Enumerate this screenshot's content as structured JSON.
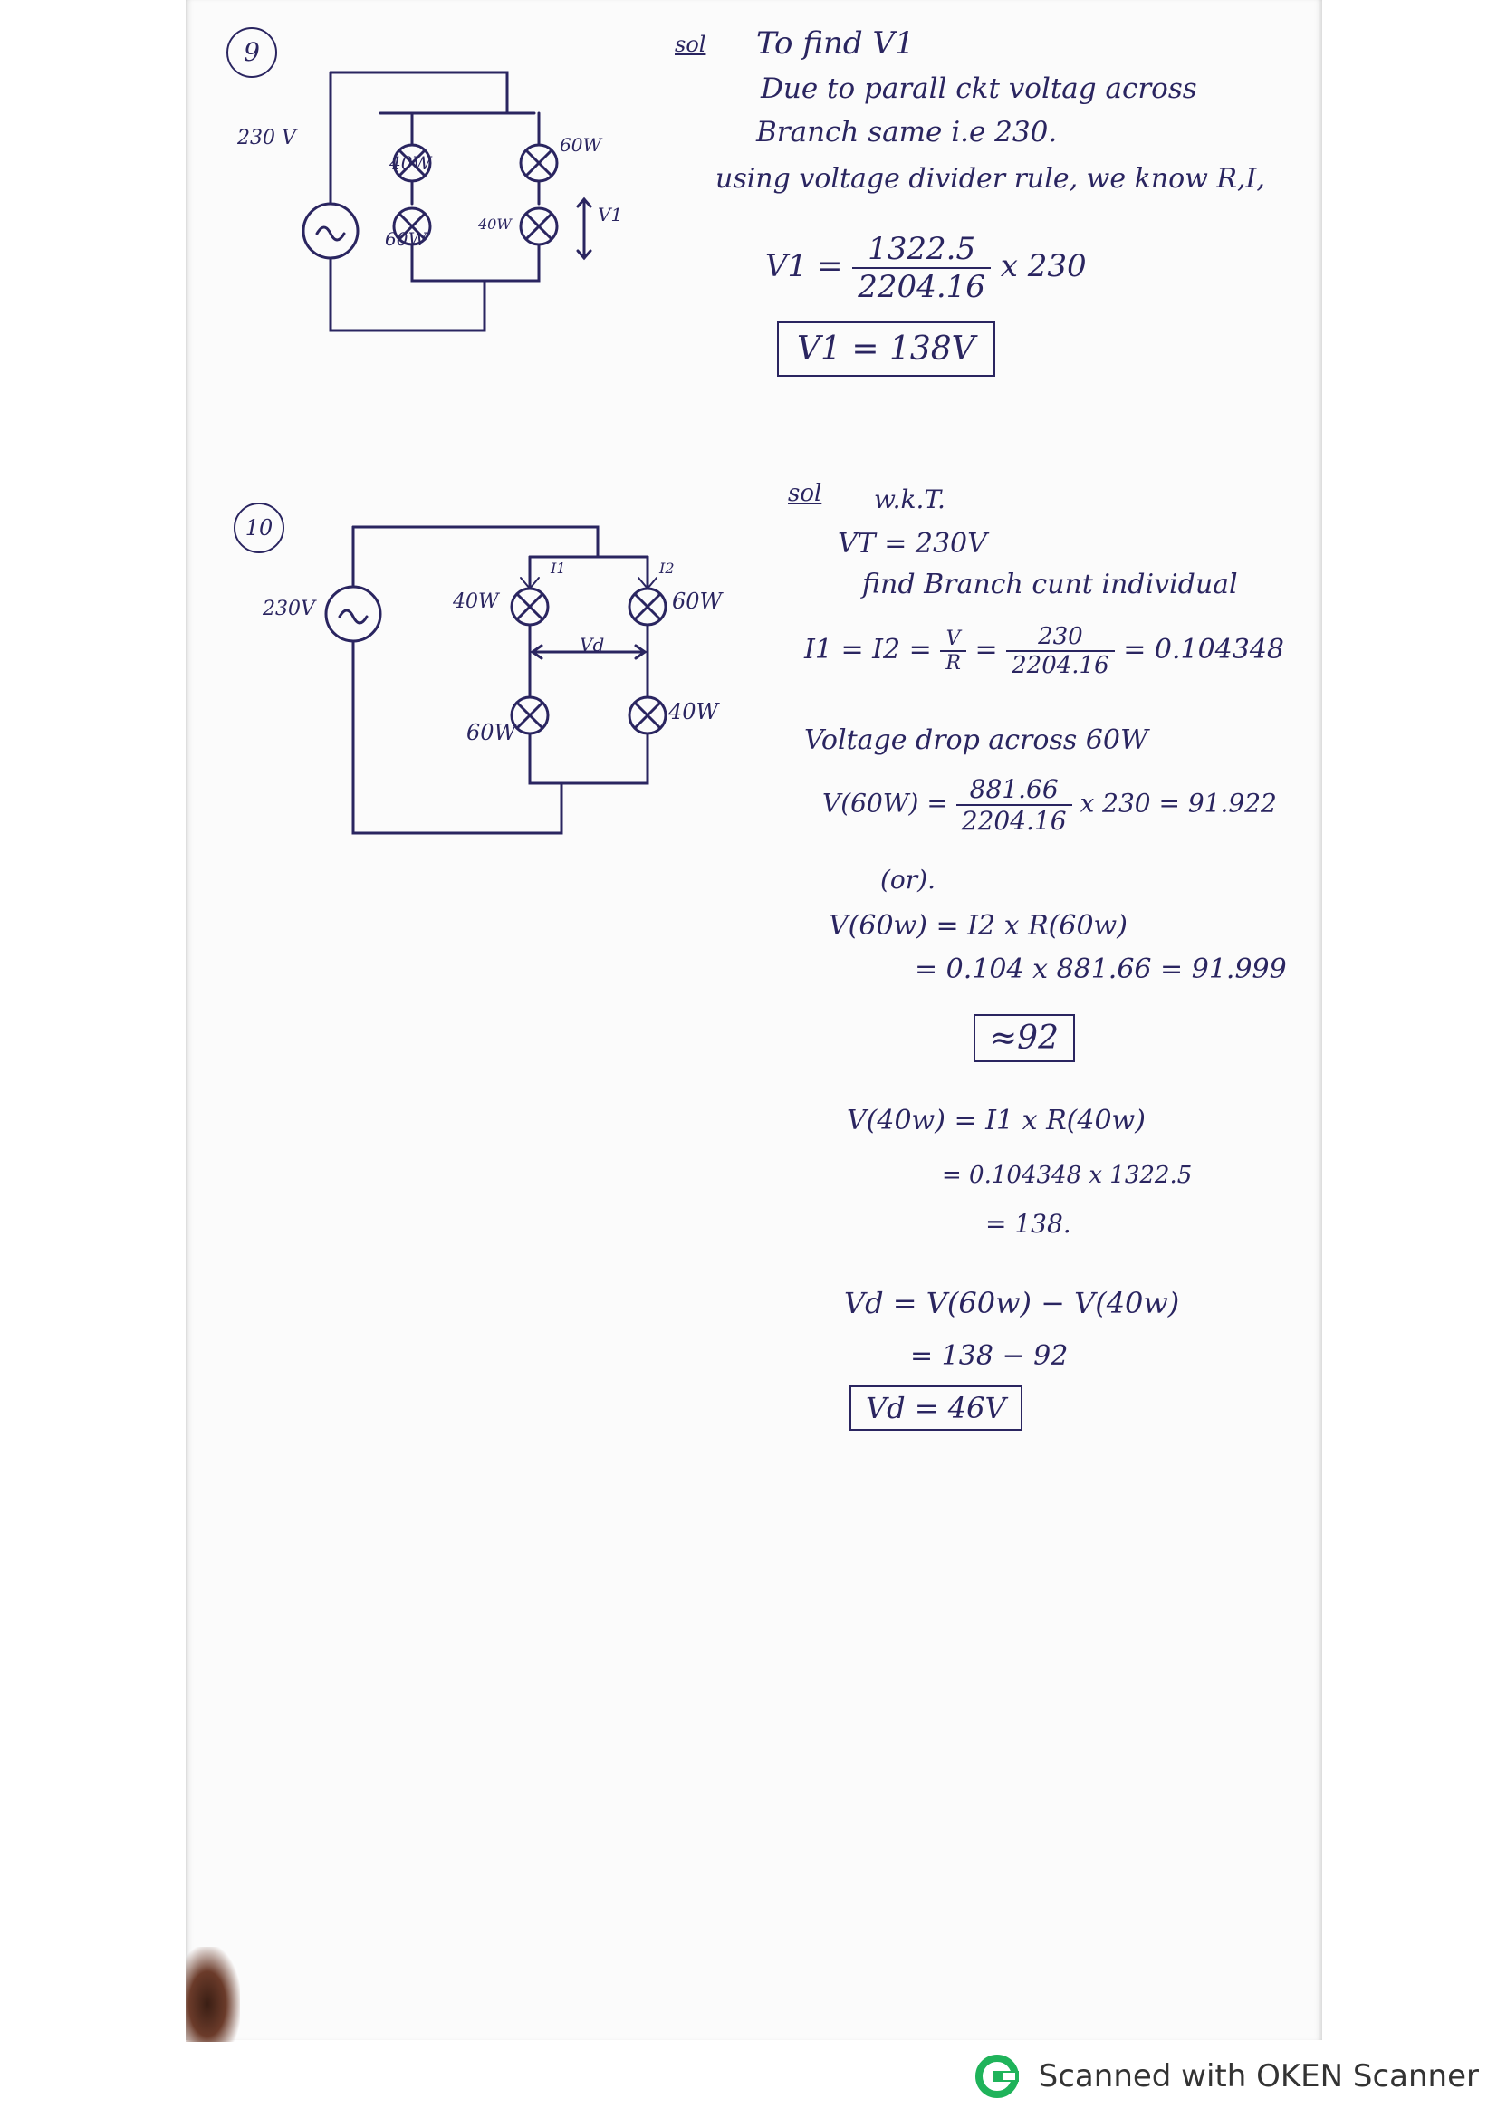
{
  "problems": [
    {
      "number": "9",
      "circuit": {
        "source": "230 V",
        "lamps": [
          "40W",
          "60W",
          "60W",
          "40W"
        ],
        "v1_label": "V1"
      },
      "solution": {
        "sol": "sol",
        "line1": "To find V1",
        "line2": "Due to parall ckt voltag across",
        "line3": "Branch same i.e 230.",
        "line4": "using voltage divider rule, we know R,I,",
        "eq_lhs": "V1 =",
        "eq_num": "1322.5",
        "eq_den": "2204.16",
        "eq_mult": "x 230",
        "answer": "V1 = 138V"
      }
    },
    {
      "number": "10",
      "circuit": {
        "source": "230V",
        "lamps": [
          "40W",
          "60W",
          "60W",
          "40W"
        ],
        "i1": "I1",
        "i2": "I2",
        "vd_label": "Vd"
      },
      "solution": {
        "sol": "sol",
        "wkt": "w.k.T.",
        "vt": "VT = 230V",
        "find": "find Branch cunt individual",
        "i_eq_lhs": "I1 = I2 =",
        "i_eq_frac_num": "V",
        "i_eq_frac_den": "R",
        "i_eq_eq": "=",
        "i_eq_num": "230",
        "i_eq_den": "2204.16",
        "i_eq_result": "= 0.104348",
        "vdrop_title": "Voltage drop across 60W",
        "v60_lhs": "V(60W) =",
        "v60_num": "881.66",
        "v60_den": "2204.16",
        "v60_rhs": "x 230 = 91.922",
        "or": "(or).",
        "v60b_line1": "V(60w) = I2 x R(60w)",
        "v60b_line2": "= 0.104 x 881.66  = 91.999",
        "approx": "≈92",
        "v40_line1": "V(40w) = I1 x R(40w)",
        "v40_line2": "= 0.104348 x 1322.5",
        "v40_line3": "= 138.",
        "vd_line1": "Vd = V(60w) − V(40w)",
        "vd_line2": "= 138 − 92",
        "vd_answer": "Vd = 46V"
      }
    }
  ],
  "footer": {
    "text": "Scanned with OKEN Scanner",
    "accent": "#1fb35a"
  }
}
